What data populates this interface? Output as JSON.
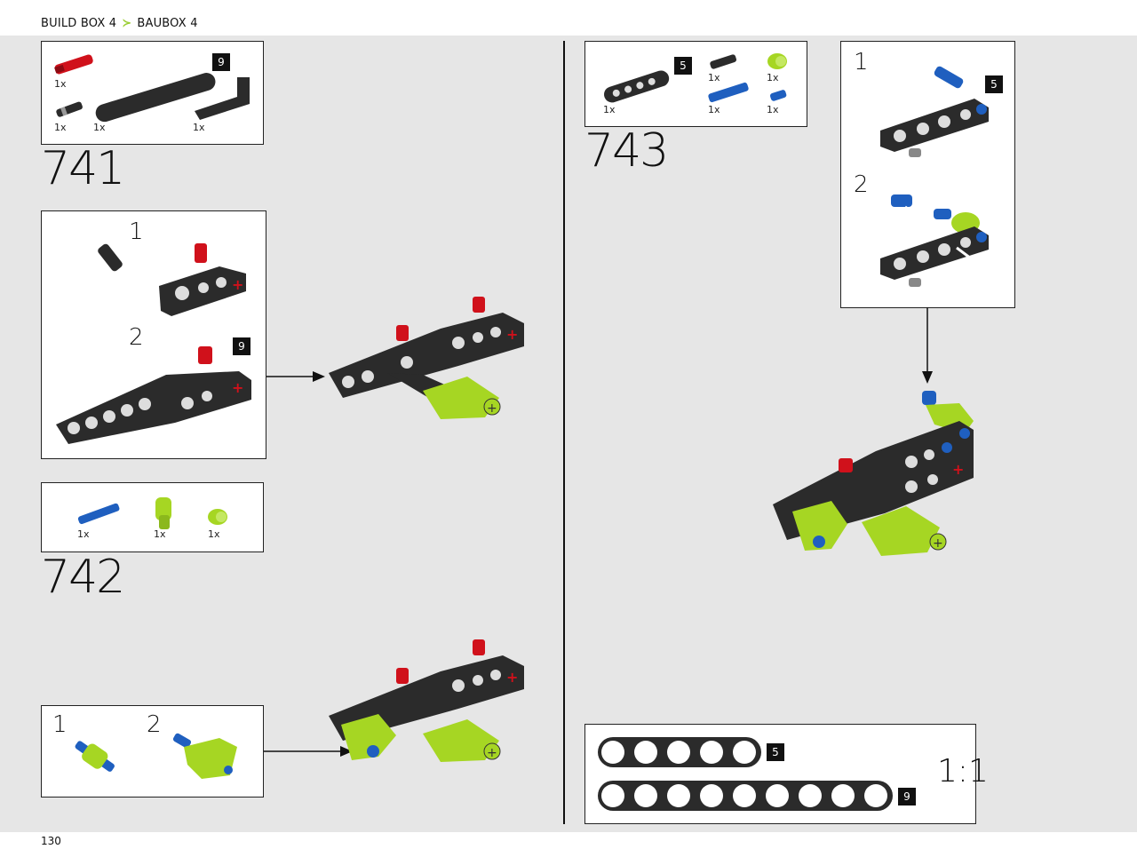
{
  "header": {
    "build_box": "BUILD BOX 4",
    "separator": "≻",
    "baubox": "BAUBOX 4"
  },
  "page_number": "130",
  "steps": {
    "s741": {
      "number": "741",
      "parts": {
        "red_pin": "1x",
        "black_pin": "1x",
        "beam9": "1x",
        "angle_beam": "1x",
        "beam9_badge": "9"
      },
      "sub1": "1",
      "sub2": "2",
      "sub_badge": "9"
    },
    "s742": {
      "number": "742",
      "parts": {
        "blue_axle": "1x",
        "lime_connector": "1x",
        "lime_bush": "1x"
      },
      "sub1": "1",
      "sub2": "2"
    },
    "s743": {
      "number": "743",
      "parts": {
        "beam5": "1x",
        "black_pin": "1x",
        "blue_axle": "1x",
        "lime_bush": "1x",
        "blue_pin": "1x",
        "beam5_badge": "5"
      },
      "sub1": "1",
      "sub2": "2",
      "sub1_badge": "5"
    }
  },
  "scale_box": {
    "beam5_badge": "5",
    "beam9_badge": "9",
    "label": "1:1"
  },
  "colors": {
    "lime": "#a6d623",
    "red": "#d0111b",
    "blue": "#1f5fbf",
    "beam": "#2b2b2b",
    "background": "#e6e6e6"
  }
}
